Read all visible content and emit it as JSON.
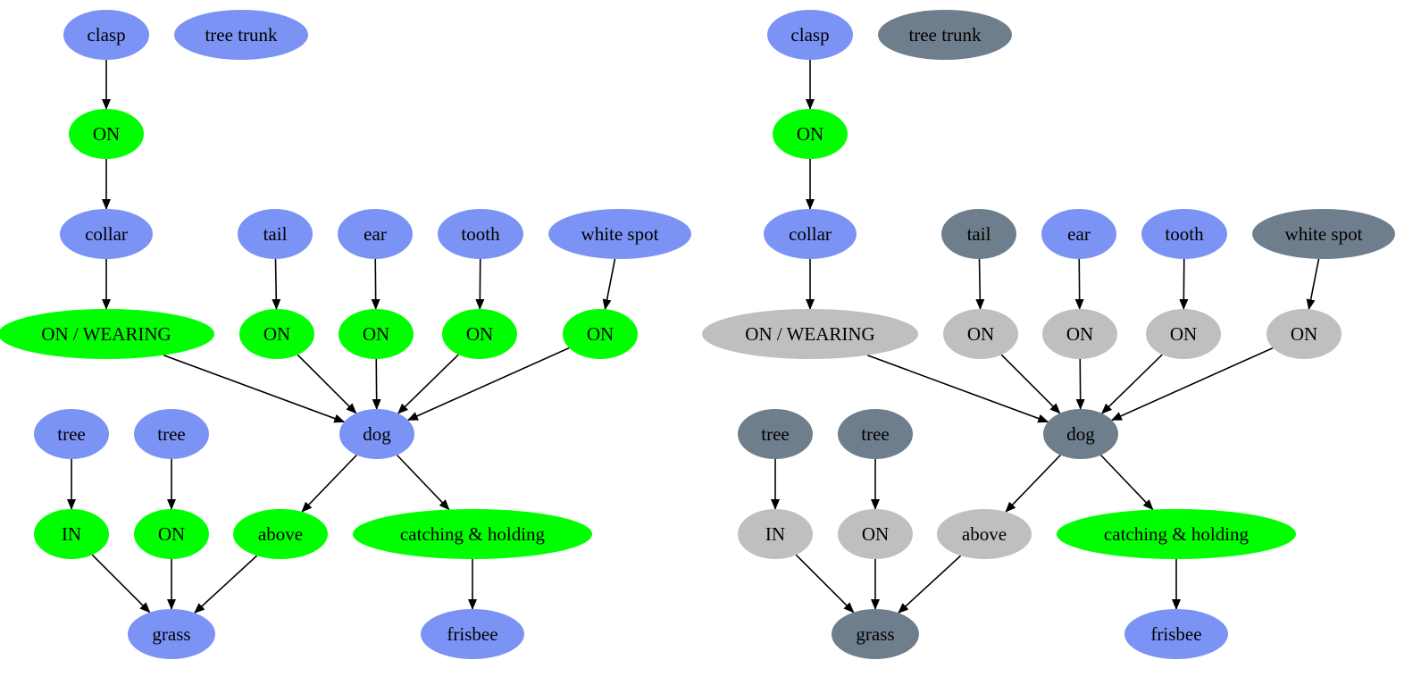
{
  "colors": {
    "object": "#7b93f5",
    "relation": "#00ff00",
    "object_dim": "#6e7e8c",
    "relation_dim": "#bfbfbf",
    "edge": "#000000"
  },
  "graphs": [
    {
      "id": "left",
      "nodes": [
        {
          "id": "clasp",
          "label": "clasp",
          "kind": "object"
        },
        {
          "id": "tree_trunk",
          "label": "tree trunk",
          "kind": "object"
        },
        {
          "id": "on_clasp",
          "label": "ON",
          "kind": "relation"
        },
        {
          "id": "collar",
          "label": "collar",
          "kind": "object"
        },
        {
          "id": "tail",
          "label": "tail",
          "kind": "object"
        },
        {
          "id": "ear",
          "label": "ear",
          "kind": "object"
        },
        {
          "id": "tooth",
          "label": "tooth",
          "kind": "object"
        },
        {
          "id": "white_spot",
          "label": "white spot",
          "kind": "object"
        },
        {
          "id": "on_wearing",
          "label": "ON / WEARING",
          "kind": "relation"
        },
        {
          "id": "on_tail",
          "label": "ON",
          "kind": "relation"
        },
        {
          "id": "on_ear",
          "label": "ON",
          "kind": "relation"
        },
        {
          "id": "on_tooth",
          "label": "ON",
          "kind": "relation"
        },
        {
          "id": "on_spot",
          "label": "ON",
          "kind": "relation"
        },
        {
          "id": "tree1",
          "label": "tree",
          "kind": "object"
        },
        {
          "id": "tree2",
          "label": "tree",
          "kind": "object"
        },
        {
          "id": "dog",
          "label": "dog",
          "kind": "object"
        },
        {
          "id": "in_tree",
          "label": "IN",
          "kind": "relation"
        },
        {
          "id": "on_tree",
          "label": "ON",
          "kind": "relation"
        },
        {
          "id": "above",
          "label": "above",
          "kind": "relation"
        },
        {
          "id": "catching",
          "label": "catching & holding",
          "kind": "relation"
        },
        {
          "id": "grass",
          "label": "grass",
          "kind": "object"
        },
        {
          "id": "frisbee",
          "label": "frisbee",
          "kind": "object"
        }
      ]
    },
    {
      "id": "right",
      "nodes": [
        {
          "id": "clasp",
          "label": "clasp",
          "kind": "object"
        },
        {
          "id": "tree_trunk",
          "label": "tree trunk",
          "kind": "object_dim"
        },
        {
          "id": "on_clasp",
          "label": "ON",
          "kind": "relation"
        },
        {
          "id": "collar",
          "label": "collar",
          "kind": "object"
        },
        {
          "id": "tail",
          "label": "tail",
          "kind": "object_dim"
        },
        {
          "id": "ear",
          "label": "ear",
          "kind": "object"
        },
        {
          "id": "tooth",
          "label": "tooth",
          "kind": "object"
        },
        {
          "id": "white_spot",
          "label": "white spot",
          "kind": "object_dim"
        },
        {
          "id": "on_wearing",
          "label": "ON / WEARING",
          "kind": "relation_dim"
        },
        {
          "id": "on_tail",
          "label": "ON",
          "kind": "relation_dim"
        },
        {
          "id": "on_ear",
          "label": "ON",
          "kind": "relation_dim"
        },
        {
          "id": "on_tooth",
          "label": "ON",
          "kind": "relation_dim"
        },
        {
          "id": "on_spot",
          "label": "ON",
          "kind": "relation_dim"
        },
        {
          "id": "tree1",
          "label": "tree",
          "kind": "object_dim"
        },
        {
          "id": "tree2",
          "label": "tree",
          "kind": "object_dim"
        },
        {
          "id": "dog",
          "label": "dog",
          "kind": "object_dim"
        },
        {
          "id": "in_tree",
          "label": "IN",
          "kind": "relation_dim"
        },
        {
          "id": "on_tree",
          "label": "ON",
          "kind": "relation_dim"
        },
        {
          "id": "above",
          "label": "above",
          "kind": "relation_dim"
        },
        {
          "id": "catching",
          "label": "catching & holding",
          "kind": "relation"
        },
        {
          "id": "grass",
          "label": "grass",
          "kind": "object_dim"
        },
        {
          "id": "frisbee",
          "label": "frisbee",
          "kind": "object"
        }
      ]
    }
  ],
  "edges": [
    [
      "clasp",
      "on_clasp"
    ],
    [
      "on_clasp",
      "collar"
    ],
    [
      "collar",
      "on_wearing"
    ],
    [
      "tail",
      "on_tail"
    ],
    [
      "ear",
      "on_ear"
    ],
    [
      "tooth",
      "on_tooth"
    ],
    [
      "white_spot",
      "on_spot"
    ],
    [
      "on_wearing",
      "dog"
    ],
    [
      "on_tail",
      "dog"
    ],
    [
      "on_ear",
      "dog"
    ],
    [
      "on_tooth",
      "dog"
    ],
    [
      "on_spot",
      "dog"
    ],
    [
      "tree1",
      "in_tree"
    ],
    [
      "tree2",
      "on_tree"
    ],
    [
      "dog",
      "above"
    ],
    [
      "dog",
      "catching"
    ],
    [
      "in_tree",
      "grass"
    ],
    [
      "on_tree",
      "grass"
    ],
    [
      "above",
      "grass"
    ],
    [
      "catching",
      "frisbee"
    ]
  ]
}
